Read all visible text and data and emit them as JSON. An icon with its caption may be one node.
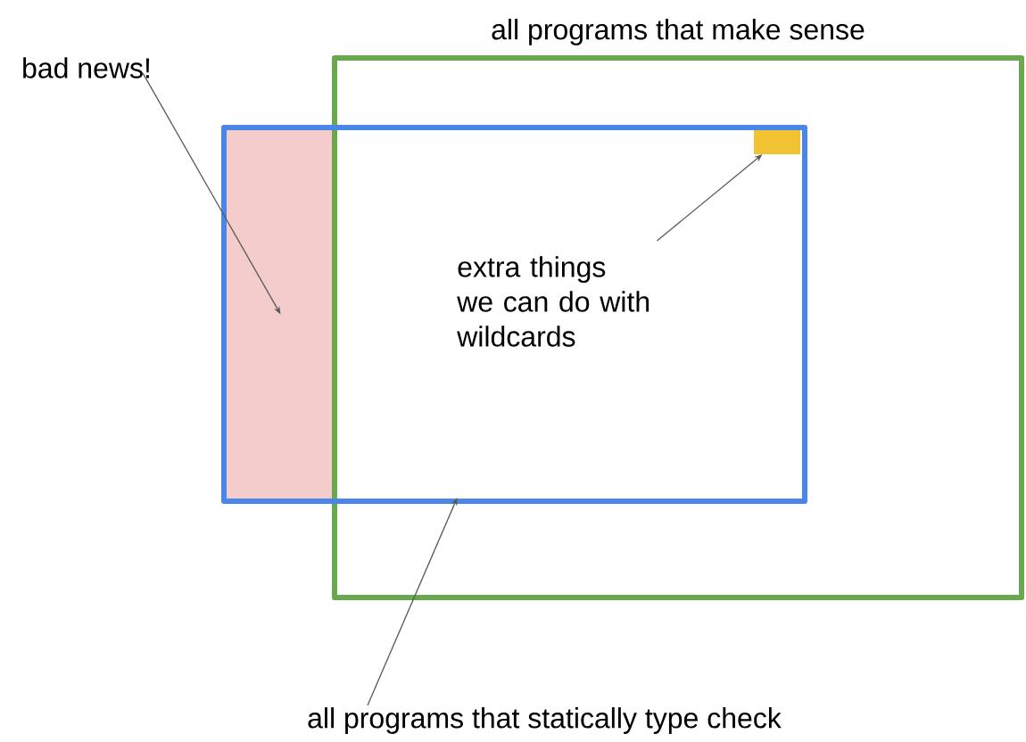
{
  "diagram": {
    "nodes": [
      {
        "text": [
          "all programs that make sense"
        ]
      },
      {
        "text": [],
        "shape": "box"
      },
      {
        "text": [],
        "shape": "box",
        "in": 1
      },
      {
        "text": [],
        "shape": "box",
        "in": 1
      },
      {
        "text": [
          "bad news!"
        ]
      },
      {
        "text": [
          "extra things we can do with wildcards"
        ],
        "in": 1
      },
      {
        "text": [
          "all programs that statically type check"
        ]
      }
    ],
    "edges": [
      {
        "from": 4,
        "to": 2,
        "arrow": "to"
      },
      {
        "from": 5,
        "to": 3,
        "arrow": "to"
      },
      {
        "from": 6,
        "to": 1,
        "arrow": "to"
      }
    ]
  }
}
